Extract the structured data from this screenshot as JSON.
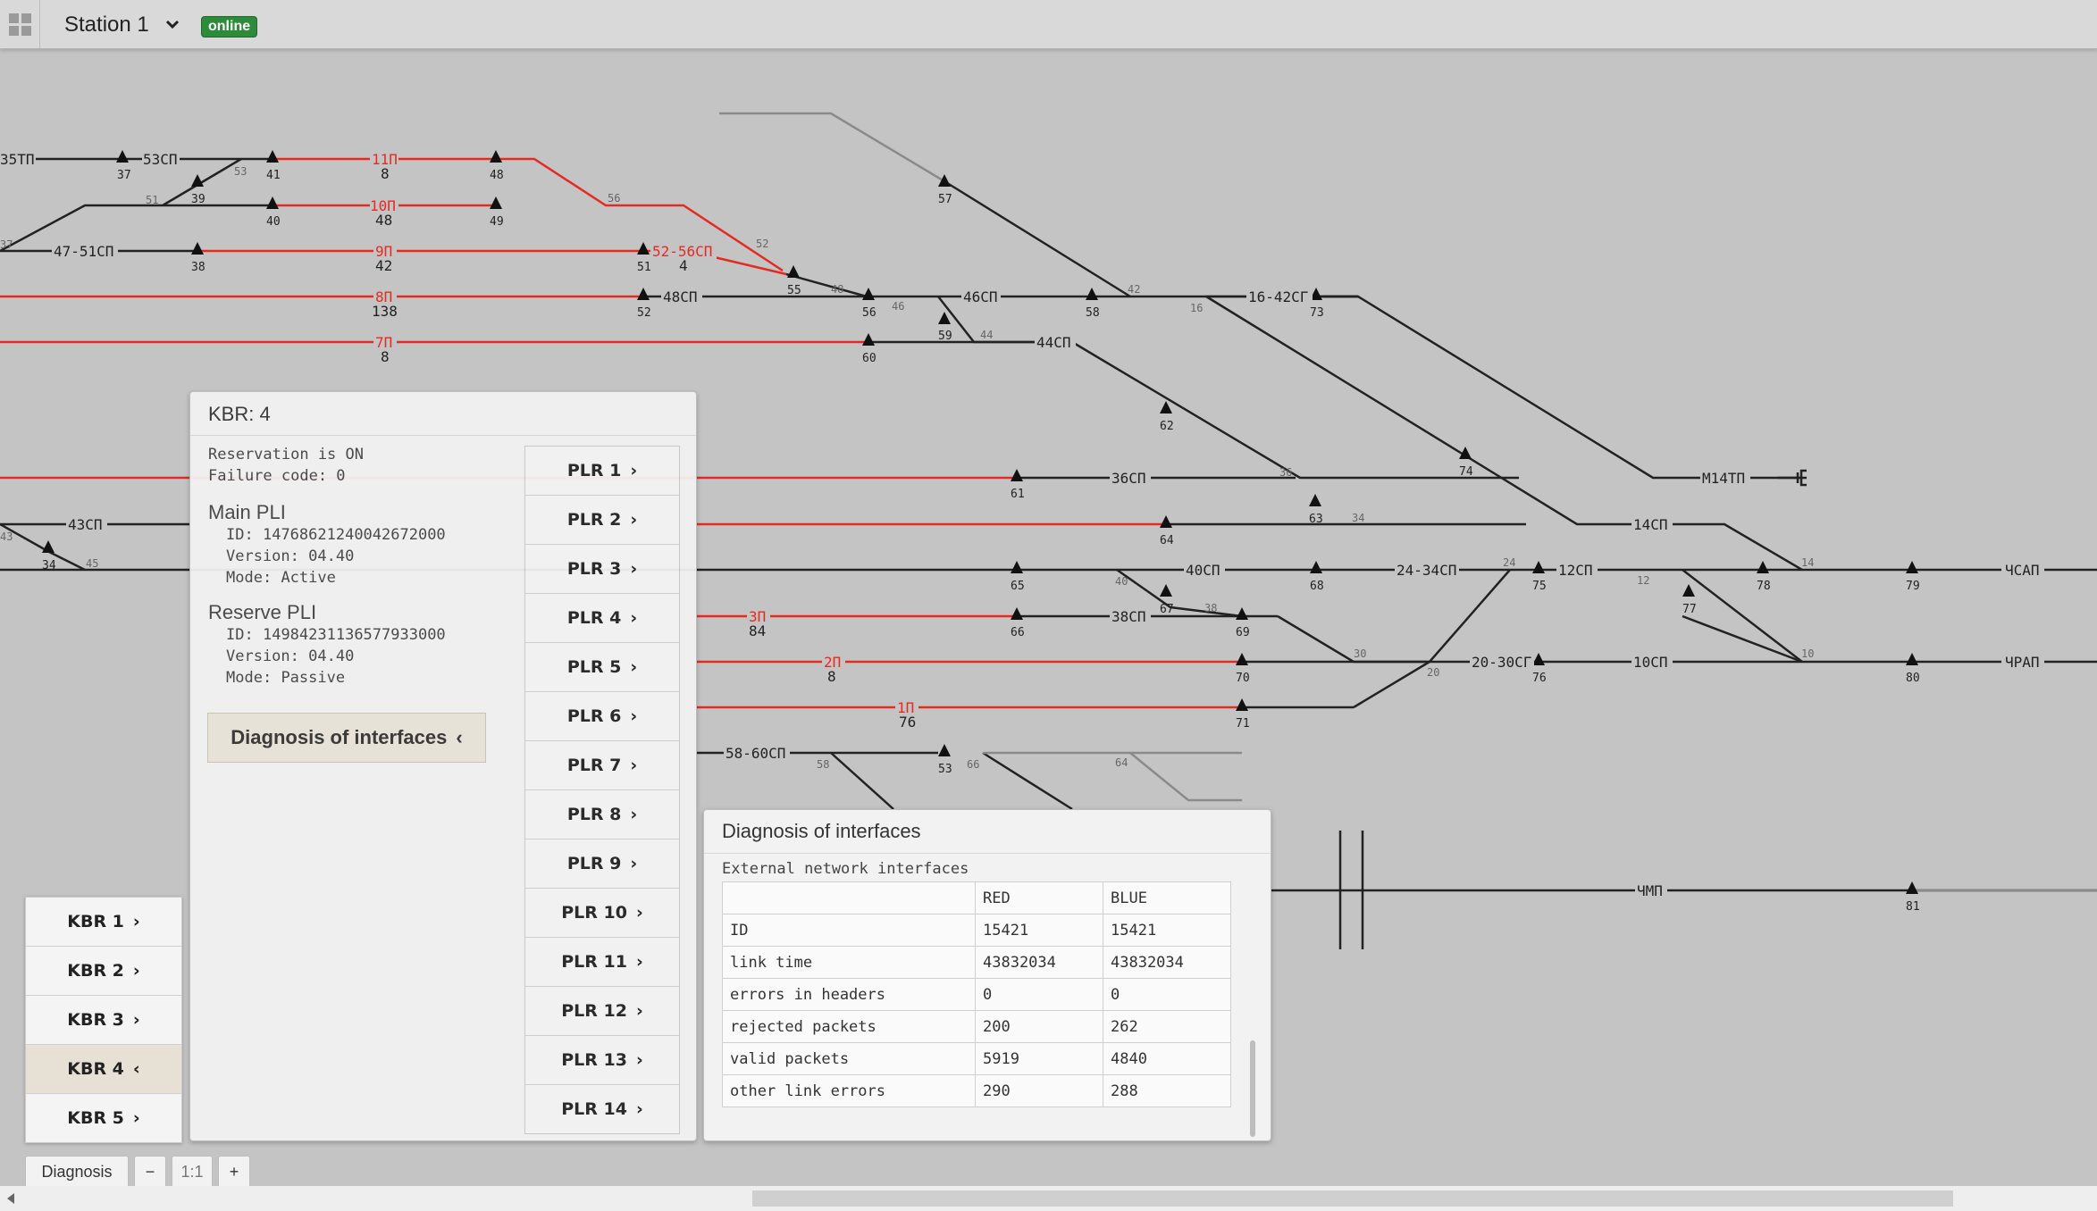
{
  "header": {
    "station": "Station 1",
    "status": "online"
  },
  "colors": {
    "background": "#c4c4c4",
    "track_black": "#222222",
    "track_red": "#e32b22",
    "track_gray": "#8a8a8a",
    "online_green": "#2e8b3a"
  },
  "schematic": {
    "labels": {
      "l35tp": "35ТП",
      "l53sp": "53СП",
      "l11p": "11П",
      "l8a": "8",
      "l10p": "10П",
      "l48b": "48",
      "l47_51sp": "47-51СП",
      "l9p": "9П",
      "l42b": "42",
      "l52_56sp": "52-56СП",
      "l4": "4",
      "l8p": "8П",
      "l138": "138",
      "l48sp": "48СП",
      "l46sp": "46СП",
      "l16_42sg": "16-42СГ",
      "l7p": "7П",
      "l8c": "8",
      "l44sp": "44СП",
      "l36sp": "36СП",
      "lM14tp": "М14ТП",
      "l43sp": "43СП",
      "l14sp": "14СП",
      "l40sp": "40СП",
      "l24_34sp": "24-34СП",
      "l12sp": "12СП",
      "l4sap": "ЧСАП",
      "l3p": "3П",
      "l84": "84",
      "l38sp": "38СП",
      "l2p": "2П",
      "l8d": "8",
      "l20_30sg": "20-30СГ",
      "l10sp": "10СП",
      "l4rap": "ЧРАП",
      "l1p": "1П",
      "l76": "76",
      "l58_60sp": "58-60СП",
      "l4mp": "ЧМП"
    },
    "signals": {
      "s37": "37",
      "s39": "39",
      "s41": "41",
      "s48": "48",
      "s57": "57",
      "s40": "40",
      "s49": "49",
      "s38": "38",
      "s51": "51",
      "s55": "55",
      "s52": "52",
      "s56": "56",
      "s58": "58",
      "s73": "73",
      "s59": "59",
      "s60": "60",
      "s62": "62",
      "s61": "61",
      "s74": "74",
      "s63": "63",
      "s64": "64",
      "s34": "34",
      "s65": "65",
      "s68": "68",
      "s75": "75",
      "s78": "78",
      "s79": "79",
      "s67": "67",
      "s77": "77",
      "s66": "66",
      "s69": "69",
      "s70": "70",
      "s76": "76",
      "s80": "80",
      "s71": "71",
      "s53": "53",
      "s81": "81"
    },
    "switches": {
      "w53": "53",
      "w51": "51",
      "w37": "37",
      "w56": "56",
      "w52": "52",
      "w48": "48",
      "w46": "46",
      "w44": "44",
      "w42": "42",
      "w16": "16",
      "w36": "36",
      "w34": "34",
      "w24": "24",
      "w14": "14",
      "w12": "12",
      "w40": "40",
      "w38": "38",
      "w30": "30",
      "w20": "20",
      "w10": "10",
      "w58": "58",
      "w66": "66",
      "w64": "64",
      "w43": "43",
      "w45": "45"
    }
  },
  "kbr_panel": {
    "title": "KBR: 4",
    "reservation": "Reservation is ON",
    "failure": "Failure code: 0",
    "main_pli": {
      "title": "Main PLI",
      "id_label": "ID:",
      "id": "14768621240042672000",
      "version_label": "Version:",
      "version": "04.40",
      "mode_label": "Mode:",
      "mode": "Active"
    },
    "reserve_pli": {
      "title": "Reserve PLI",
      "id_label": "ID:",
      "id": "14984231136577933000",
      "version_label": "Version:",
      "version": "04.40",
      "mode_label": "Mode:",
      "mode": "Passive"
    },
    "diag_button": "Diagnosis of interfaces",
    "plr": [
      "PLR 1",
      "PLR 2",
      "PLR 3",
      "PLR 4",
      "PLR 5",
      "PLR 6",
      "PLR 7",
      "PLR 8",
      "PLR 9",
      "PLR 10",
      "PLR 11",
      "PLR 12",
      "PLR 13",
      "PLR 14"
    ]
  },
  "kbr_list": [
    "KBR 1",
    "KBR 2",
    "KBR 3",
    "KBR 4",
    "KBR 5"
  ],
  "diag_panel": {
    "title": "Diagnosis of interfaces",
    "subtitle": "External network interfaces",
    "columns": [
      "",
      "RED",
      "BLUE"
    ],
    "rows": [
      [
        "ID",
        "15421",
        "15421"
      ],
      [
        "link time",
        "43832034",
        "43832034"
      ],
      [
        "errors in headers",
        "0",
        "0"
      ],
      [
        "rejected packets",
        "200",
        "262"
      ],
      [
        "valid packets",
        "5919",
        "4840"
      ],
      [
        "other link errors",
        "290",
        "288"
      ]
    ]
  },
  "toolbar": {
    "diagnosis": "Diagnosis",
    "zoom_out": "−",
    "zoom_level": "1:1",
    "zoom_in": "+"
  }
}
